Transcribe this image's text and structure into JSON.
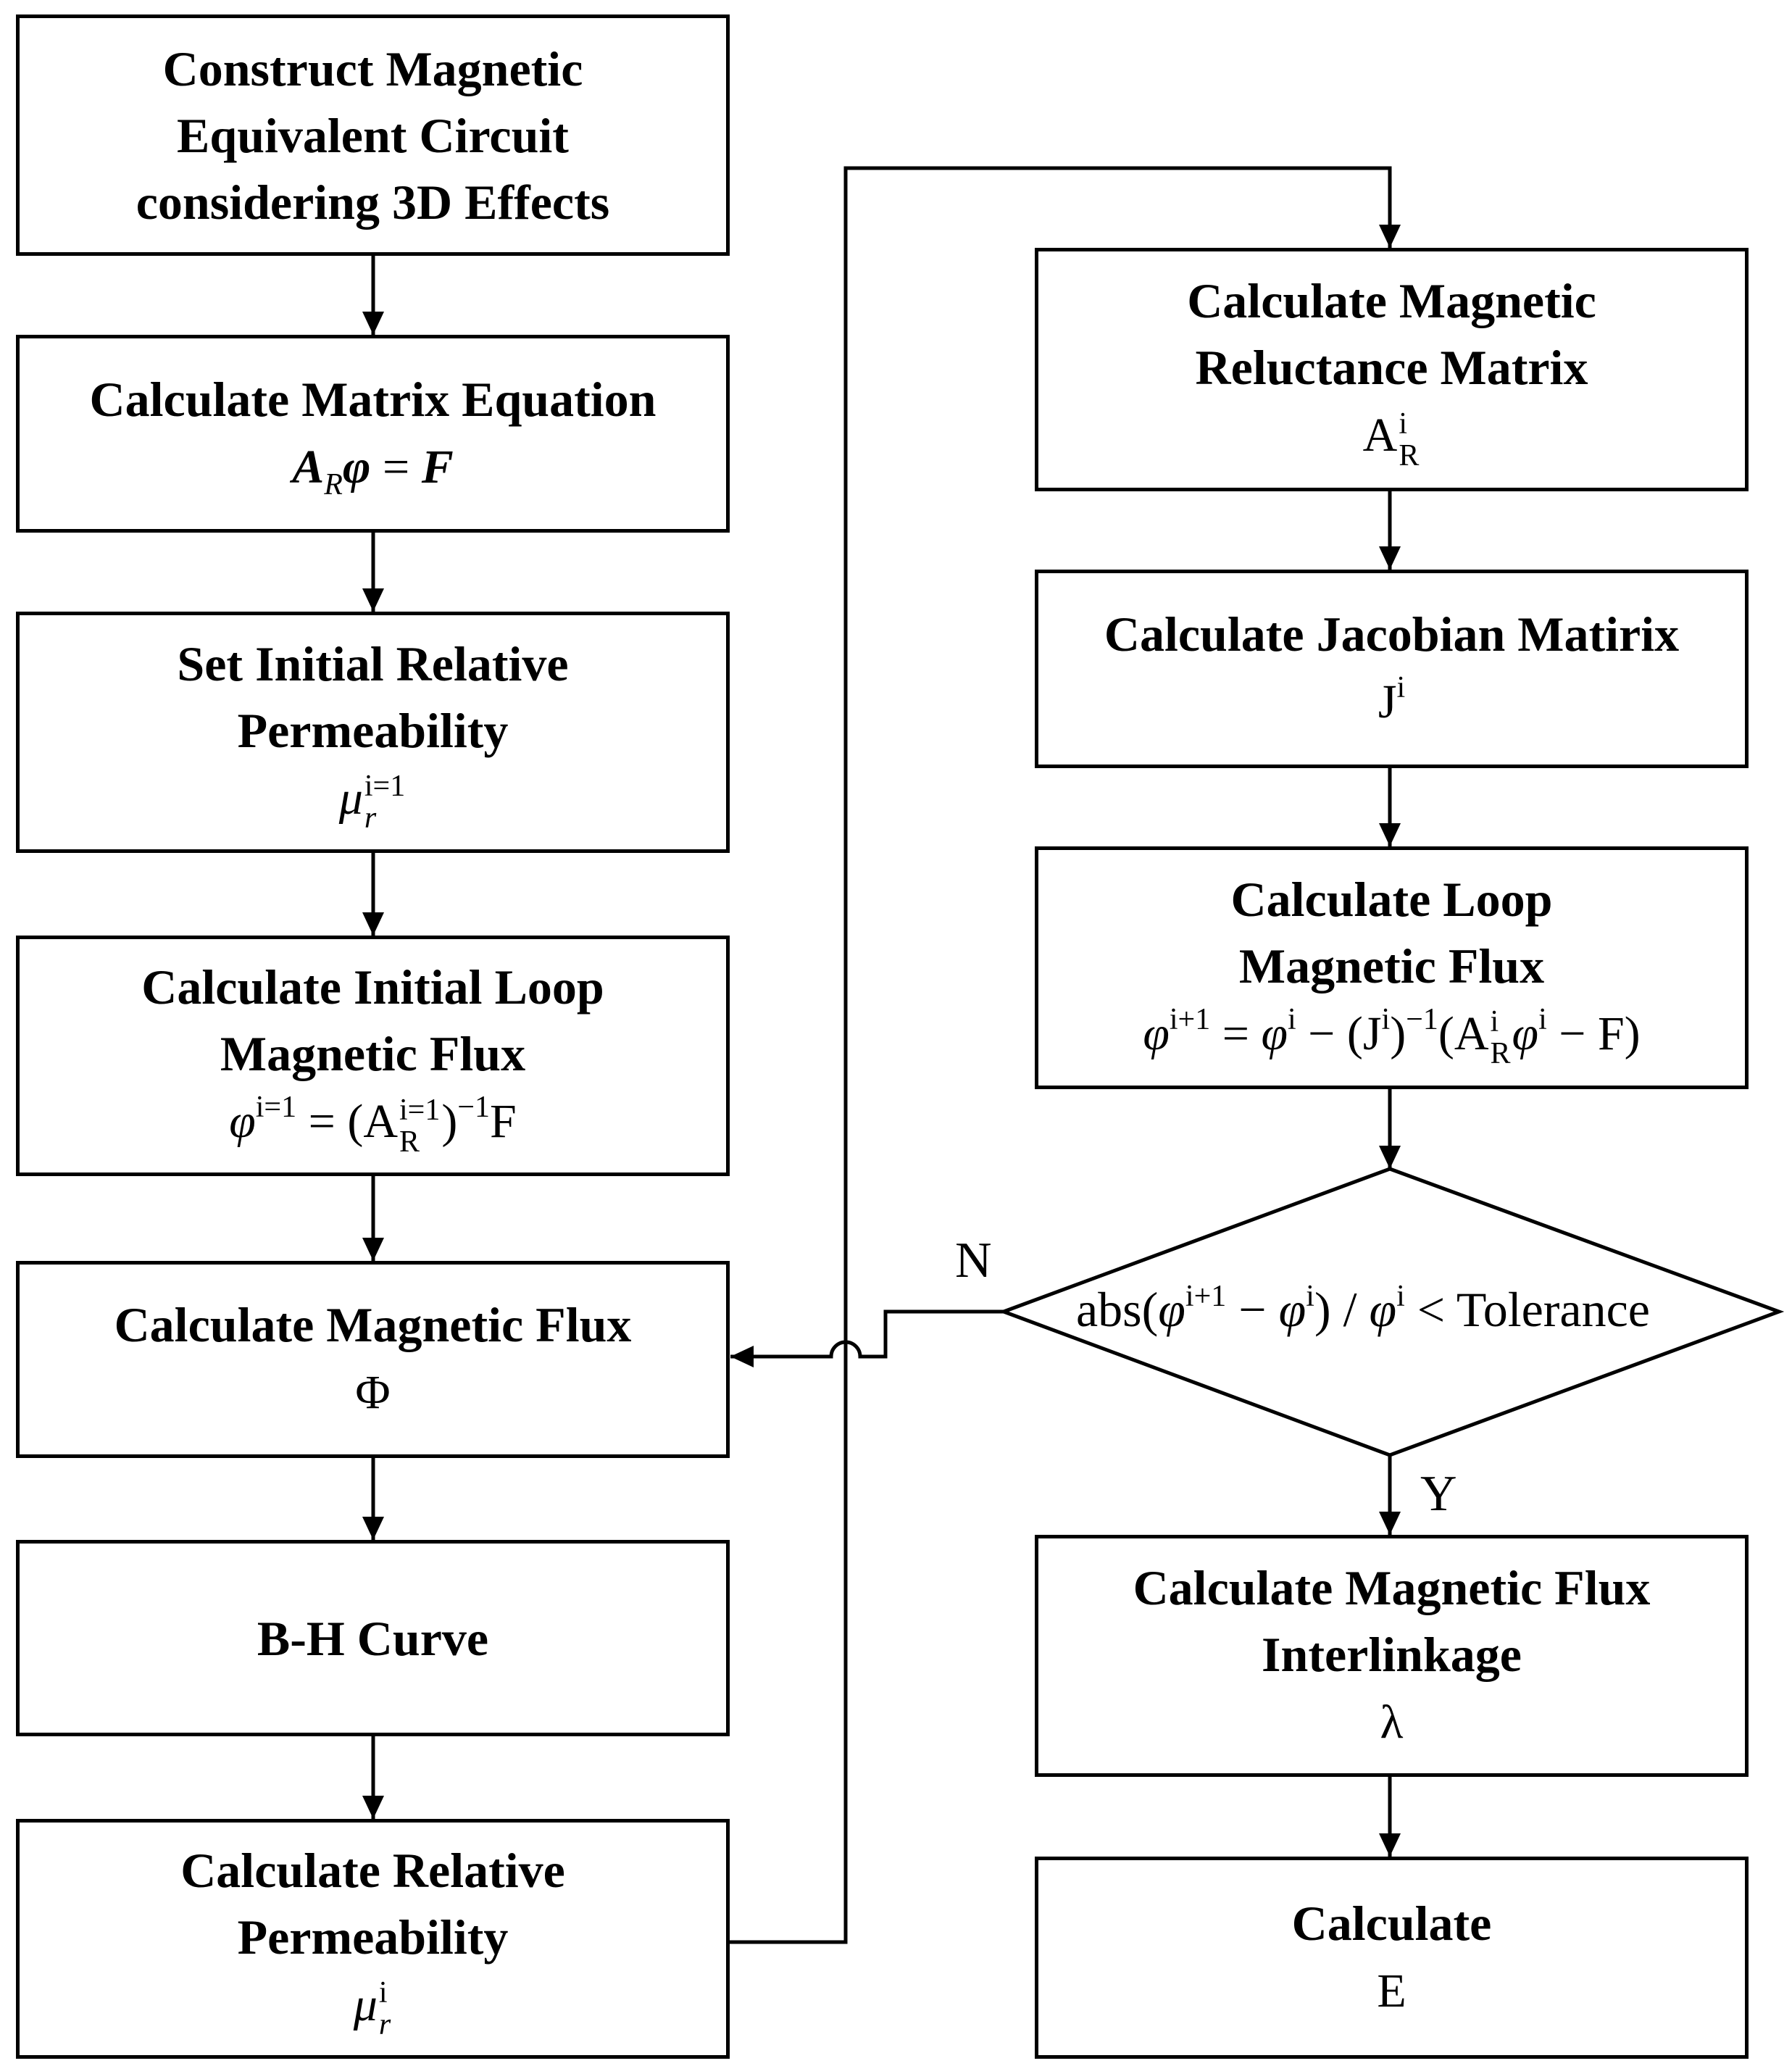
{
  "left_column": {
    "construct": {
      "title": "Construct Magnetic Equivalent Circuit considering 3D Effects"
    },
    "matrix_eq": {
      "title": "Calculate Matrix Equation",
      "formula": "A_R φ = F"
    },
    "init_perm": {
      "title": "Set Initial Relative Permeability",
      "formula": "μ_r^(i=1)"
    },
    "init_flux": {
      "title": "Calculate Initial Loop Magnetic Flux",
      "formula": "φ^(i=1) = (A_R^(i=1))^(−1) F"
    },
    "mag_flux": {
      "title": "Calculate Magnetic Flux",
      "formula": "Φ"
    },
    "bh": {
      "title": "B-H Curve"
    },
    "rel_perm": {
      "title": "Calculate Relative Permeability",
      "formula": "μ_r^i"
    }
  },
  "right_column": {
    "reluctance": {
      "title": "Calculate Magnetic Reluctance Matrix",
      "formula": "A_R^i"
    },
    "jacobian": {
      "title": "Calculate Jacobian Matirix",
      "formula": "J^i"
    },
    "loop_flux": {
      "title": "Calculate Loop Magnetic Flux",
      "formula": "φ^(i+1) = φ^i − (J^i)^(−1)(A_R^i φ^i − F)"
    },
    "decision": {
      "text": "abs(φ^(i+1) − φ^i) / φ^i < Tolerance",
      "no_label": "N",
      "yes_label": "Y"
    },
    "interlinkage": {
      "title": "Calculate Magnetic Flux Interlinkage",
      "formula": "λ"
    },
    "emf": {
      "title": "Calculate",
      "formula": "E"
    }
  }
}
